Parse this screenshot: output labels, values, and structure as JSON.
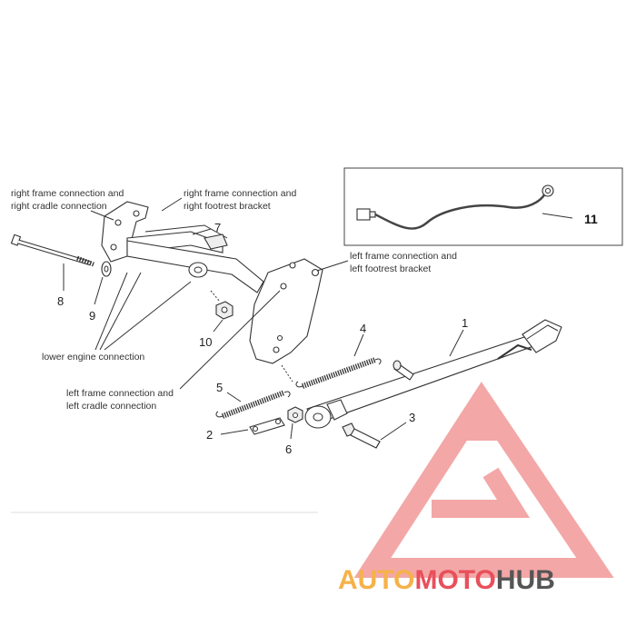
{
  "labels": {
    "right_frame_cradle_1": "right frame connection and",
    "right_frame_cradle_2": "right cradle connection",
    "right_frame_footrest_1": "right frame connection and",
    "right_frame_footrest_2": "right footrest bracket",
    "left_frame_footrest_1": "left frame connection and",
    "left_frame_footrest_2": "left footrest bracket",
    "lower_engine": "lower engine connection",
    "left_frame_cradle_1": "left frame connection and",
    "left_frame_cradle_2": "left cradle connection"
  },
  "part_numbers": {
    "p1": "1",
    "p2": "2",
    "p3": "3",
    "p4": "4",
    "p5": "5",
    "p6": "6",
    "p7": "7",
    "p8": "8",
    "p9": "9",
    "p10": "10",
    "p11": "11"
  },
  "watermark": {
    "part1": "AUTO",
    "part2": "MOTO",
    "part3": "HUB",
    "color1": "#f5b24a",
    "color2": "#e8505b",
    "color3": "#555555",
    "logo_color": "#f08a8a"
  }
}
